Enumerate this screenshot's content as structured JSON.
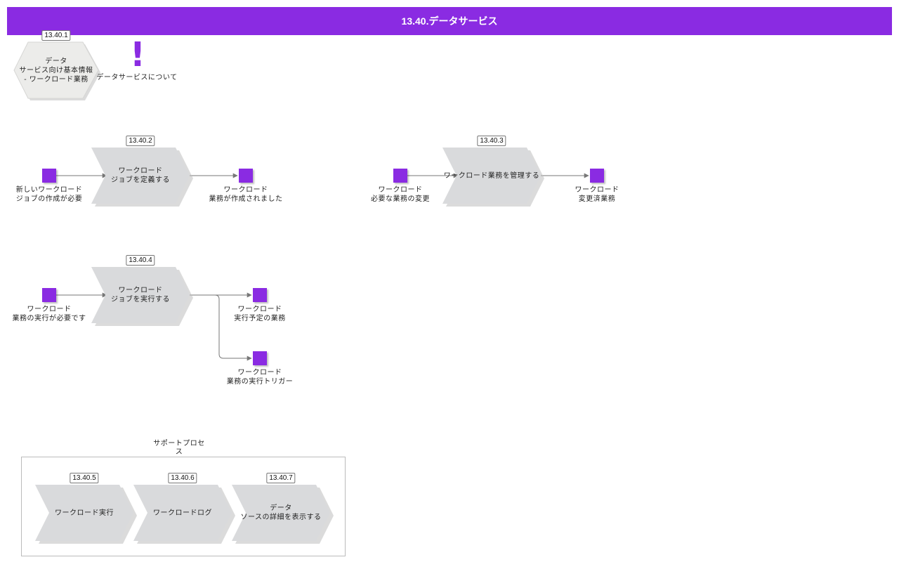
{
  "header": {
    "title": "13.40.データサービス"
  },
  "nodes": {
    "info": {
      "id": "13.40.1",
      "label": "データ\nサービス向け基本情報\n- ワークロード業務"
    },
    "about": {
      "label": "データサービスについて"
    },
    "define": {
      "id": "13.40.2",
      "label": "ワークロード\nジョブを定義する"
    },
    "manage": {
      "id": "13.40.3",
      "label": "ワークロード業務を管理する"
    },
    "execute": {
      "id": "13.40.4",
      "label": "ワークロード\nジョブを実行する"
    },
    "run": {
      "id": "13.40.5",
      "label": "ワークロード実行"
    },
    "log": {
      "id": "13.40.6",
      "label": "ワークロードログ"
    },
    "details": {
      "id": "13.40.7",
      "label": "データ\nソースの詳細を表示する"
    }
  },
  "events": {
    "e1": "新しいワークロード\nジョブの作成が必要",
    "e2": "ワークロード\n業務が作成されました",
    "e3": "ワークロード\n必要な業務の変更",
    "e4": "ワークロード\n変更済業務",
    "e5": "ワークロード\n業務の実行が必要です",
    "e6": "ワークロード\n実行予定の業務",
    "e7": "ワークロード\n業務の実行トリガー"
  },
  "group": {
    "title": "サポートプロセ\nス"
  },
  "colors": {
    "accent": "#8a2be2",
    "shape_fill": "#d9dadc",
    "hex_fill": "#ececea",
    "connector": "#777777"
  }
}
